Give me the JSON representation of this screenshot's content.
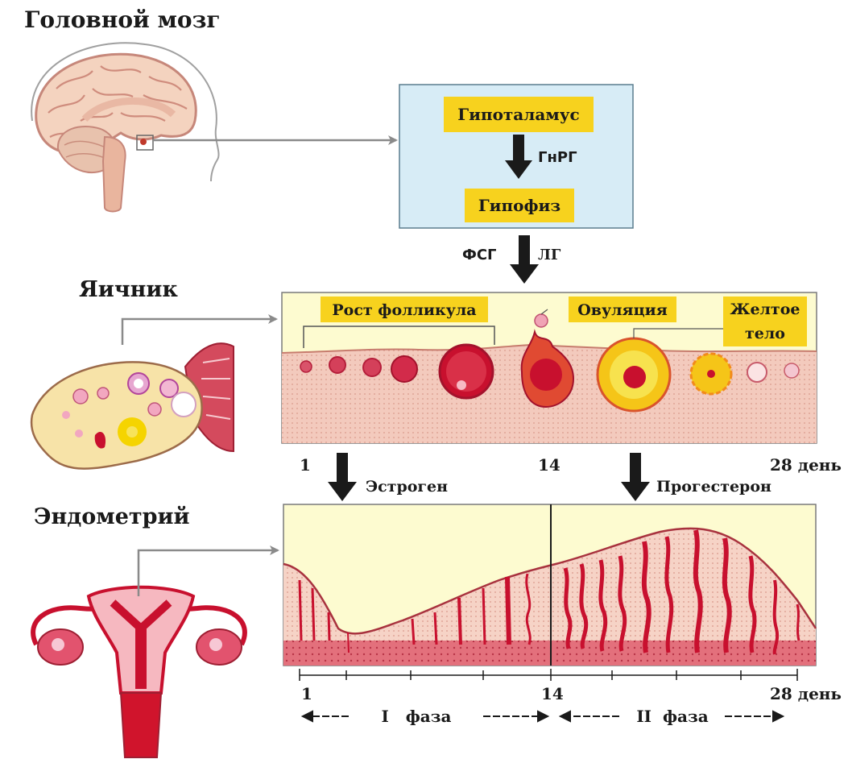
{
  "brain": {
    "title": "Головной мозг"
  },
  "hormone_box": {
    "hypothalamus": "Гипоталамус",
    "gnrh": "ГнРГ",
    "pituitary": "Гипофиз",
    "fsh": "ФСГ",
    "lh": "ЛГ"
  },
  "ovary": {
    "title": "Яичник",
    "follicle_growth": "Рост фолликула",
    "ovulation": "Овуляция",
    "corpus_luteum_line1": "Желтое",
    "corpus_luteum_line2": "тело",
    "day_start": "1",
    "day_mid": "14",
    "day_end": "28 день",
    "estrogen": "Эстроген",
    "progesterone": "Прогестерон"
  },
  "endometrium": {
    "title": "Эндометрий",
    "day_start": "1",
    "day_mid": "14",
    "day_end": "28 день",
    "phase_1": "I   фаза",
    "phase_2": "II  фаза"
  },
  "colors": {
    "label_highlight": "#f7d21e",
    "hormone_box_bg": "#d7ecf6",
    "ovary_top_bg": "#fdfbd0",
    "tissue_bg": "#f3cabd",
    "follicle_red": "#c8102e",
    "corpus_yellow": "#f5c518",
    "uterus_red": "#d0142c",
    "arrow_gray": "#8a8a8a",
    "arrow_black": "#1a1a1a"
  }
}
